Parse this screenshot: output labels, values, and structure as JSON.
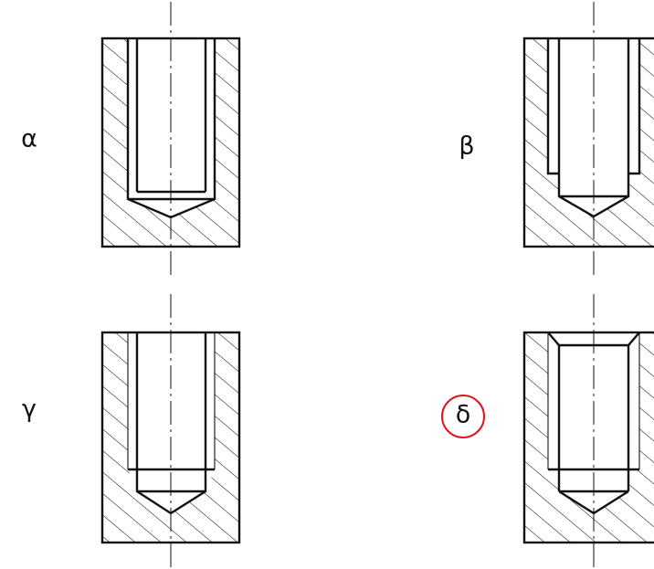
{
  "labels": {
    "alpha": "α",
    "beta": "β",
    "gamma": "γ",
    "delta": "δ"
  },
  "colors": {
    "line": "#111111",
    "highlight": "#e0141e",
    "background": "#ffffff"
  },
  "highlighted_option": "δ"
}
